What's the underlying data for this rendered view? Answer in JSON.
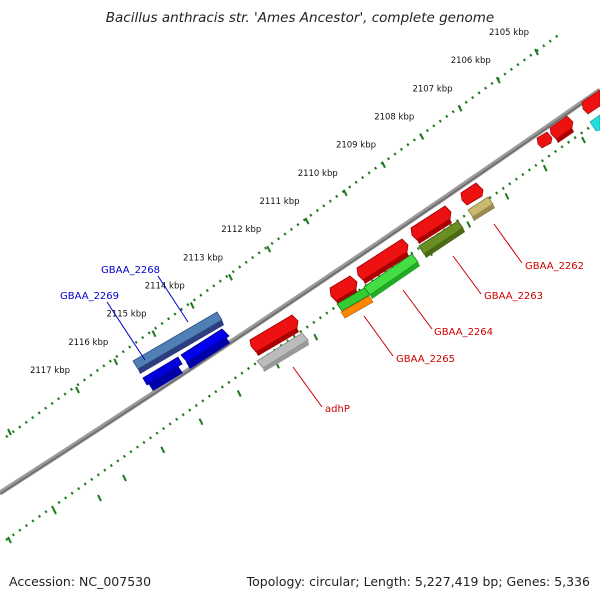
{
  "title": "Bacillus anthracis str. 'Ames Ancestor', complete genome",
  "footer": {
    "accession": "Accession: NC_007530",
    "summary": "Topology: circular; Length: 5,227,419 bp; Genes: 5,336"
  },
  "colors": {
    "backbone": "#7a7a7a",
    "tick": "#1f7a1f",
    "label_forward": "#0000cc",
    "label_reverse": "#cc0000"
  },
  "ticks": [
    {
      "label": "2105 kbp"
    },
    {
      "label": "2106 kbp"
    },
    {
      "label": "2107 kbp"
    },
    {
      "label": "2108 kbp"
    },
    {
      "label": "2109 kbp"
    },
    {
      "label": "2110 kbp"
    },
    {
      "label": "2111 kbp"
    },
    {
      "label": "2112 kbp"
    },
    {
      "label": "2113 kbp"
    },
    {
      "label": "2114 kbp"
    },
    {
      "label": "2115 kbp"
    },
    {
      "label": "2116 kbp"
    },
    {
      "label": "2117 kbp"
    }
  ],
  "gene_labels": [
    {
      "text": "GBAA_2268",
      "strand": "forward"
    },
    {
      "text": "GBAA_2269",
      "strand": "forward"
    },
    {
      "text": "adhP",
      "strand": "reverse"
    },
    {
      "text": "GBAA_2265",
      "strand": "reverse"
    },
    {
      "text": "GBAA_2264",
      "strand": "reverse"
    },
    {
      "text": "GBAA_2263",
      "strand": "reverse"
    },
    {
      "text": "GBAA_2262",
      "strand": "reverse"
    }
  ]
}
